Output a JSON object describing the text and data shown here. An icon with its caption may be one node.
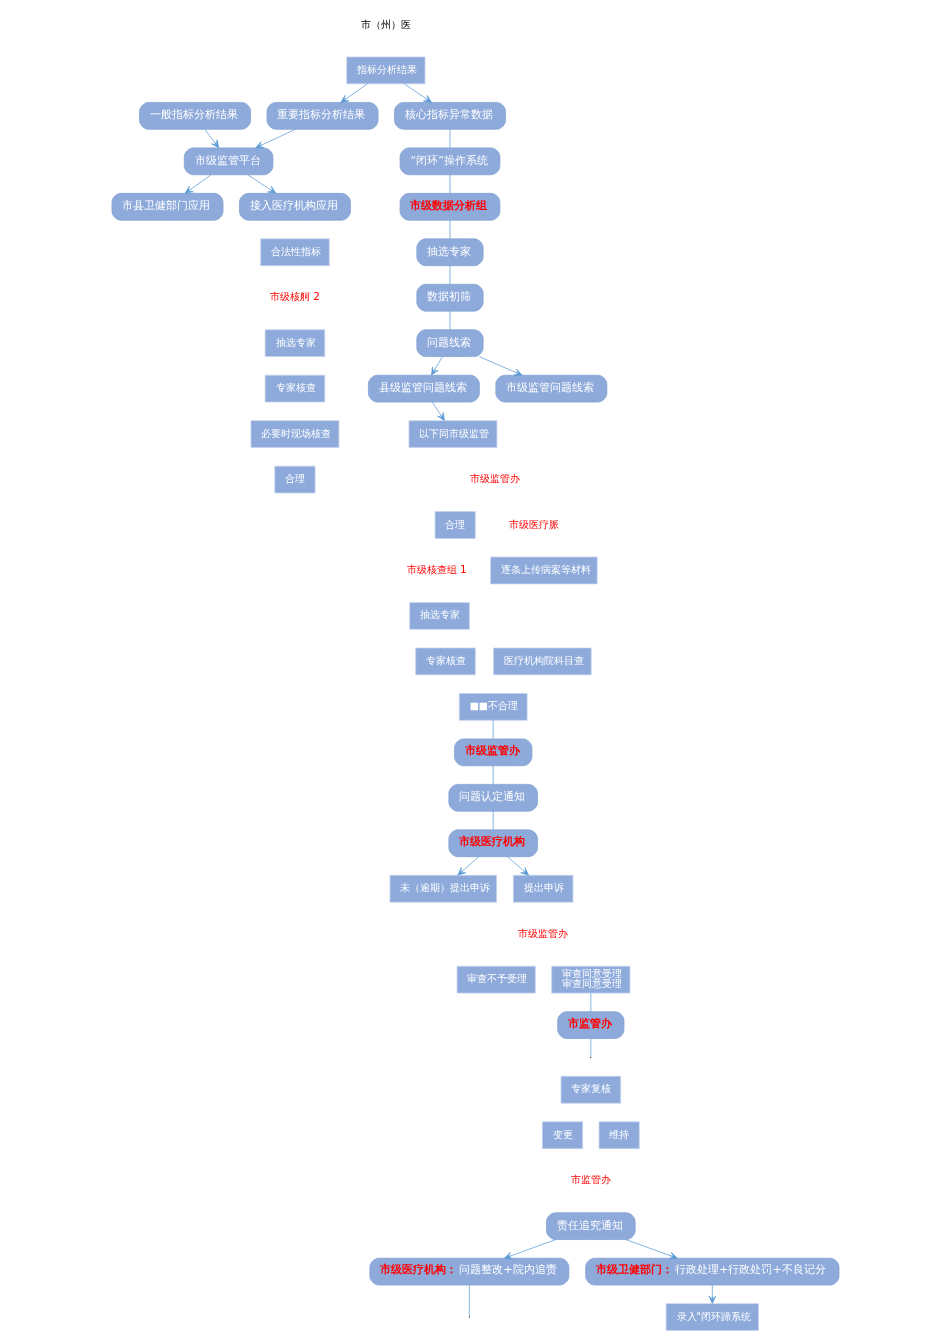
{
  "diagram": {
    "nodes": [
      {
        "text": [
          "指标分析结果"
        ]
      },
      {
        "text": [
          "核心指标异常数据"
        ]
      },
      {
        "text": [
          "重要指标分析结果"
        ]
      },
      {
        "text": [
          "一般指标分析结果"
        ]
      },
      {
        "text": [
          "“闭环”操作系统"
        ]
      },
      {
        "text": [
          "市级监管平台"
        ]
      },
      {
        "text": [
          "市级数据分析组"
        ]
      },
      {
        "text": [
          "市县卫健部门应用"
        ]
      },
      {
        "text": [
          "接入医疗机构应用"
        ]
      },
      {
        "text": [
          "抽选专家"
        ]
      },
      {
        "text": [
          "数据初筛"
        ]
      },
      {
        "text": [
          "问题线索"
        ]
      },
      {
        "text": [
          "县级监管问题线索"
        ]
      },
      {
        "text": [
          "市级监管问题线索"
        ]
      },
      {
        "text": [
          "以下同市级监管"
        ]
      },
      {
        "text": [
          "合理"
        ]
      },
      {
        "text": [
          "合法性指标"
        ]
      },
      {
        "text": [
          "逐条上传病案等材料"
        ]
      },
      {
        "text": [
          "抽选专家"
        ]
      },
      {
        "text": [
          "抽选专家"
        ]
      },
      {
        "text": [
          "医疗机构院科目查"
        ]
      },
      {
        "text": [
          "专家核查"
        ]
      },
      {
        "text": [
          "专家核查"
        ]
      },
      {
        "text": [
          "必要时现场核查"
        ]
      },
      {
        "text": [
          "合理"
        ]
      },
      {
        "text": [
          "■■不合理"
        ]
      },
      {
        "text": [
          "市级监管办"
        ]
      },
      {
        "text": [
          "问题认定通知"
        ]
      },
      {
        "text": [
          "市级医疗机构"
        ]
      },
      {
        "text": [
          "未（逾期）提出申诉"
        ]
      },
      {
        "text": [
          "提出申诉"
        ]
      },
      {
        "text": [
          "审查不予受理"
        ]
      },
      {
        "text": [
          "审查同意受理",
          "审查同意受理"
        ]
      },
      {
        "text": [
          "市监管办"
        ]
      },
      {
        "text": [
          "专家复核"
        ]
      },
      {
        "text": [
          "变更"
        ]
      },
      {
        "text": [
          "维持"
        ]
      },
      {
        "text": [
          "责任追究通知"
        ]
      },
      {
        "text": [
          "市级医疗机构：",
          "问题整改+院内追责"
        ]
      },
      {
        "text": [
          "市级卫健部门：",
          "行政处理+行政处罚+不良记分"
        ]
      },
      {
        "text": [
          "录入\"闭环蹄系统"
        ]
      }
    ],
    "edges": [
      {
        "from": 0,
        "to": 1,
        "arrow": "to"
      },
      {
        "from": 0,
        "to": 2,
        "arrow": "to"
      },
      {
        "from": 1,
        "to": 4,
        "arrow": "none"
      },
      {
        "from": 4,
        "to": 6,
        "arrow": "none"
      },
      {
        "from": 6,
        "to": 9,
        "arrow": "none"
      },
      {
        "from": 9,
        "to": 10,
        "arrow": "none"
      },
      {
        "from": 10,
        "to": 11,
        "arrow": "none"
      },
      {
        "from": 11,
        "to": 12,
        "arrow": "to"
      },
      {
        "from": 11,
        "to": 13,
        "arrow": "to"
      },
      {
        "from": 12,
        "to": 14,
        "arrow": "to"
      },
      {
        "from": 2,
        "to": 5,
        "arrow": "to"
      },
      {
        "from": 3,
        "to": 5,
        "arrow": "to"
      },
      {
        "from": 5,
        "to": 7,
        "arrow": "to"
      },
      {
        "from": 5,
        "to": 8,
        "arrow": "to"
      },
      {
        "from": 25,
        "to": 26,
        "arrow": "none"
      },
      {
        "from": 26,
        "to": 27,
        "arrow": "none"
      },
      {
        "from": 27,
        "to": 28,
        "arrow": "none"
      },
      {
        "from": 28,
        "to": 29,
        "arrow": "to"
      },
      {
        "from": 28,
        "to": 30,
        "arrow": "to"
      },
      {
        "from": 32,
        "to": 33,
        "arrow": "none"
      },
      {
        "from": 33,
        "to": null,
        "arrow": "none"
      },
      {
        "from": 37,
        "to": 38,
        "arrow": "to"
      },
      {
        "from": 37,
        "to": 39,
        "arrow": "to"
      },
      {
        "from": 39,
        "to": 40,
        "arrow": "to"
      },
      {
        "from": 38,
        "to": null,
        "arrow": "none"
      }
    ],
    "labels": [
      "市（州）医",
      "市级监管办",
      "市级医疗脈",
      "市级核查组 1",
      "市级核舸 2",
      "市级监管办",
      "市监管办"
    ]
  }
}
